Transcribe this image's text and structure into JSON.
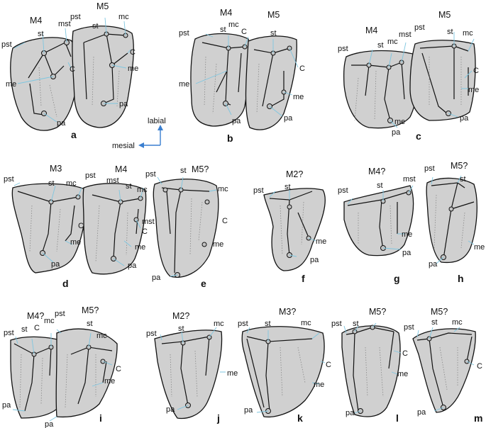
{
  "labels": {
    "pst": "pst",
    "st": "st",
    "mc": "mc",
    "mst": "mst",
    "C": "C",
    "me": "me",
    "pa": "pa",
    "mst_q": "mst"
  },
  "teeth": {
    "M2": "M2?",
    "M3": "M3",
    "M3q": "M3?",
    "M4": "M4",
    "M4q": "M4?",
    "M5": "M5",
    "M5q": "M5?"
  },
  "panels": [
    "a",
    "b",
    "c",
    "d",
    "e",
    "f",
    "g",
    "h",
    "i",
    "j",
    "k",
    "l",
    "m"
  ],
  "orientation": {
    "labial": "labial",
    "mesial": "mesial"
  },
  "colors": {
    "tooth_fill": "#d0d0d0",
    "leader": "#7ec6e0",
    "arrow": "#3a7fd0"
  }
}
